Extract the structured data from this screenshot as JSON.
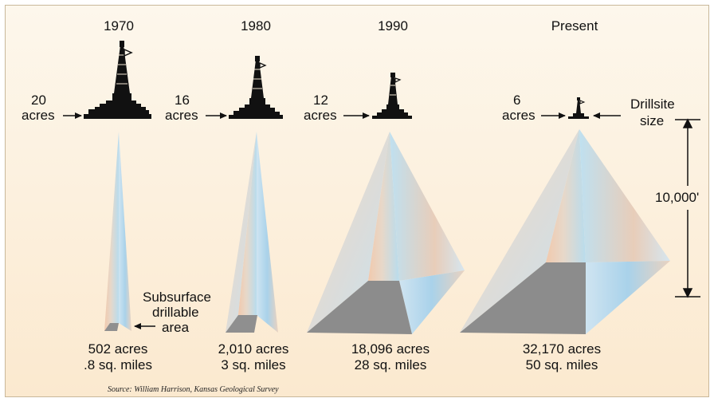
{
  "colors": {
    "background_top": "#fdf7ec",
    "background_bottom": "#fbe9cf",
    "rig": "#111111",
    "base": "#8c8c8c",
    "face_blue": "#b8d8ec",
    "face_peach": "#ecc4a8"
  },
  "eras": [
    {
      "year": "1970",
      "drillsite_value": "20",
      "drillsite_unit": "acres",
      "area_acres": "502 acres",
      "area_sq_miles": ".8 sq. miles"
    },
    {
      "year": "1980",
      "drillsite_value": "16",
      "drillsite_unit": "acres",
      "area_acres": "2,010 acres",
      "area_sq_miles": "3 sq. miles"
    },
    {
      "year": "1990",
      "drillsite_value": "12",
      "drillsite_unit": "acres",
      "area_acres": "18,096 acres",
      "area_sq_miles": "28 sq. miles"
    },
    {
      "year": "Present",
      "drillsite_value": "6",
      "drillsite_unit": "acres",
      "area_acres": "32,170 acres",
      "area_sq_miles": "50 sq. miles"
    }
  ],
  "drillsite_label": {
    "line1": "Drillsite",
    "line2": "size"
  },
  "subsurface_label": {
    "line1": "Subsurface",
    "line2": "drillable",
    "line3": "area"
  },
  "depth_label": "10,000'",
  "source": "Source: William Harrison, Kansas Geological Survey"
}
